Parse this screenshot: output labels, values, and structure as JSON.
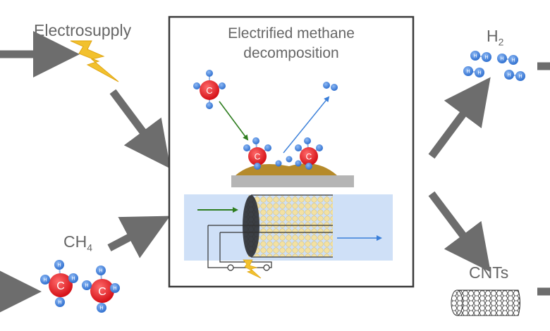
{
  "labels": {
    "electrosupply": "Electrosupply",
    "ch4_main": "CH",
    "ch4_sub": "4",
    "h2_main": "H",
    "h2_sub": "2",
    "cnts": "CNTs"
  },
  "process_box": {
    "title_line1": "Electrified methane",
    "title_line2": "decomposition"
  },
  "atoms": {
    "carbon": "C",
    "hydrogen": "H"
  },
  "colors": {
    "arrow_gray": "#6d6d6d",
    "carbon_red": "#e8141c",
    "hydrogen_blue": "#3a7fd9",
    "catalyst_gold": "#b58a2a",
    "reactor_blue": "#cfe0f7",
    "green_arrow": "#2e7d1f",
    "lightning_yellow": "#f2c12e"
  }
}
